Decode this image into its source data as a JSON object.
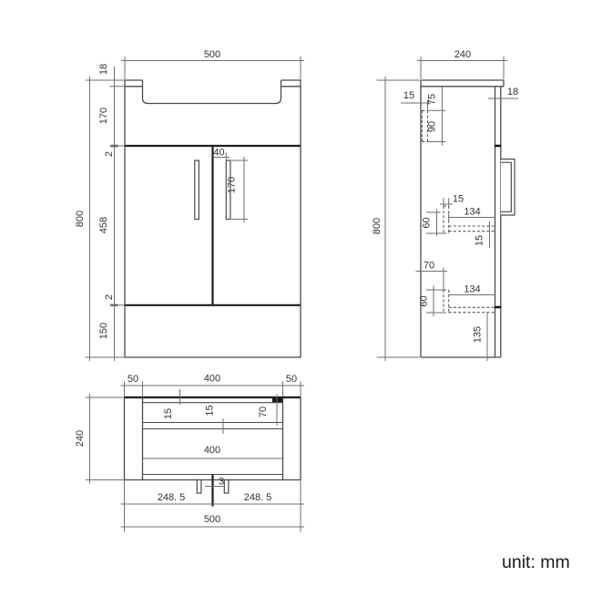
{
  "unit_label": "unit: mm",
  "front": {
    "width": "500",
    "height": "800",
    "counter_thickness": "18",
    "basin_panel_height": "170",
    "gap_top": "2",
    "door_height": "458",
    "gap_bottom": "2",
    "plinth_height": "150",
    "handle_offset": "40",
    "handle_length": "170"
  },
  "side": {
    "depth": "240",
    "height": "800",
    "door_thickness": "18",
    "back_rail_thickness": "15",
    "back_rail_top_offset": "75",
    "back_rail_height": "90",
    "mid_rail_thickness": "15",
    "mid_rail_length": "134",
    "mid_rail_height": "60",
    "mid_shelf_thickness": "15",
    "bottom_rail_offset": "70",
    "bottom_rail_length": "134",
    "bottom_rail_height": "60",
    "bottom_clearance": "135"
  },
  "bottom": {
    "overhang_left": "50",
    "inner_width_top": "400",
    "overhang_right": "50",
    "depth": "240",
    "back_thickness": "15",
    "rail_thickness": "15",
    "corner_offset": "70",
    "inner_width": "400",
    "foot_gap": "3",
    "left_span": "248. 5",
    "right_span": "248. 5",
    "total_width": "500"
  }
}
